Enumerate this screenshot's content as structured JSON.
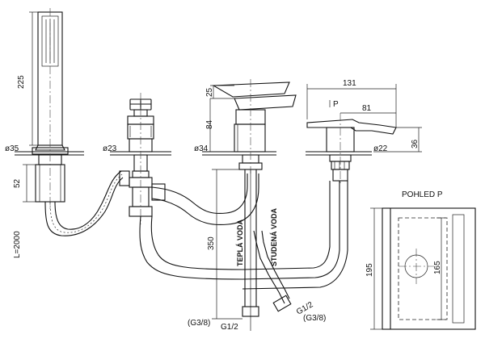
{
  "dimensions": {
    "hand_shower_length": "225",
    "diameter_35": "ø35",
    "hose_52": "52",
    "hose_length": "L=2000",
    "diameter_23": "ø23",
    "lever_25": "25",
    "body_84": "84",
    "diameter_34": "ø34",
    "spout_131": "131",
    "view_marker": "P",
    "spout_81": "81",
    "height_36": "36",
    "diameter_22": "ø22",
    "connection_350": "350",
    "view_195": "195",
    "view_165": "165"
  },
  "labels": {
    "hot_water": "TEPLÁ VODA",
    "cold_water": "STUDENÁ VODA",
    "view_title": "POHLED P",
    "thread_g12_left": "G1/2",
    "thread_g38_left": "(G3/8)",
    "thread_g12_right": "G1/2",
    "thread_g38_right": "(G3/8)"
  }
}
